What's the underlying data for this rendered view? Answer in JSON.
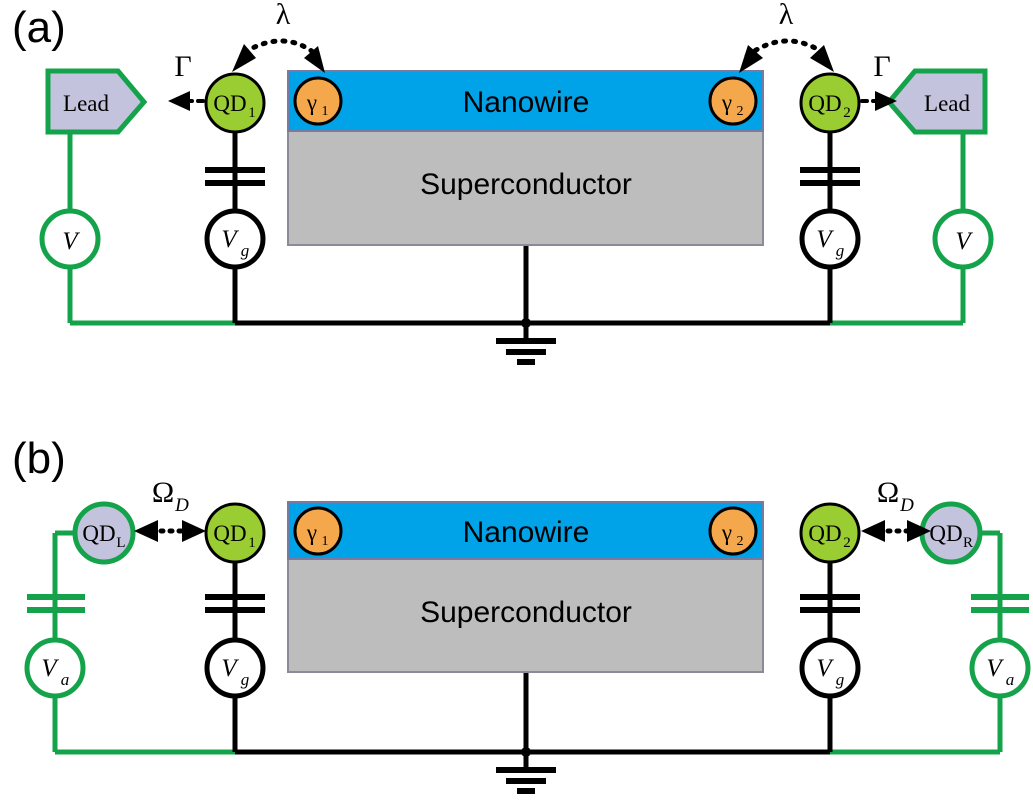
{
  "figure": {
    "panels": [
      {
        "id": "a",
        "label": "(a)",
        "blocks": {
          "nanowire": "Nanowire",
          "superconductor": "Superconductor"
        },
        "majorana": {
          "left": "γ",
          "left_sub": "1",
          "right": "γ",
          "right_sub": "2"
        },
        "dots": {
          "left": "QD",
          "left_sub": "1",
          "right": "QD",
          "right_sub": "2"
        },
        "leads": {
          "left": "Lead",
          "right": "Lead"
        },
        "couplings": {
          "dot_majorana_left": "λ",
          "dot_majorana_right": "λ",
          "dot_lead_left": "Γ",
          "dot_lead_right": "Γ"
        },
        "sources": {
          "bias_left": "V",
          "bias_left_sub": "",
          "gate_left": "V",
          "gate_left_sub": "g",
          "gate_right": "V",
          "gate_right_sub": "g",
          "bias_right": "V",
          "bias_right_sub": ""
        },
        "ground": "ground-symbol"
      },
      {
        "id": "b",
        "label": "(b)",
        "blocks": {
          "nanowire": "Nanowire",
          "superconductor": "Superconductor"
        },
        "majorana": {
          "left": "γ",
          "left_sub": "1",
          "right": "γ",
          "right_sub": "2"
        },
        "dots": {
          "outer_left": "QD",
          "outer_left_sub": "L",
          "left": "QD",
          "left_sub": "1",
          "right": "QD",
          "right_sub": "2",
          "outer_right": "QD",
          "outer_right_sub": "R"
        },
        "couplings": {
          "dot_dot_left": "Ω",
          "dot_dot_left_sub": "D",
          "dot_dot_right": "Ω",
          "dot_dot_right_sub": "D"
        },
        "sources": {
          "aux_left": "V",
          "aux_left_sub": "a",
          "gate_left": "V",
          "gate_left_sub": "g",
          "gate_right": "V",
          "gate_right_sub": "g",
          "aux_right": "V",
          "aux_right_sub": "a"
        },
        "ground": "ground-symbol"
      }
    ]
  },
  "colors": {
    "nanowire": "#00A2E8",
    "superconductor": "#BDBDBD",
    "quantum_dot": "#9ACD32",
    "majorana": "#F5A84B",
    "lead": "#C3C3DE",
    "green_wire": "#14A34A",
    "black_wire": "#000000",
    "background": "#FFFFFF"
  }
}
